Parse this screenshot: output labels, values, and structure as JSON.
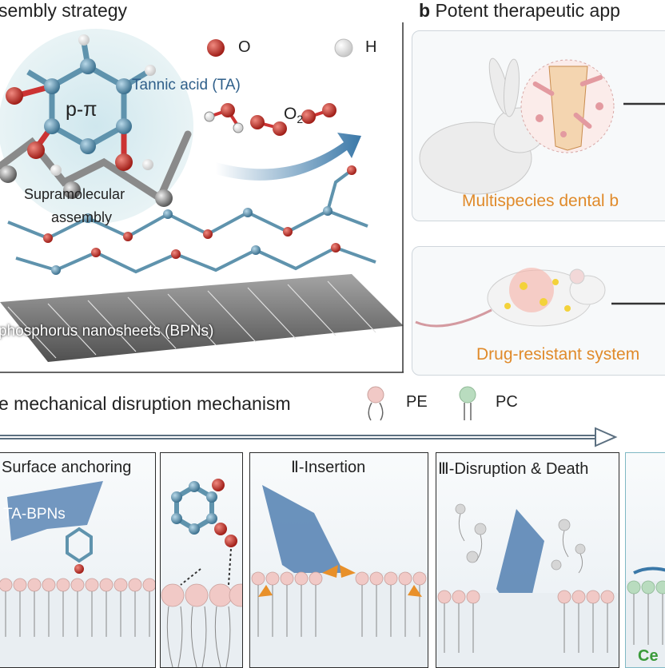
{
  "panel_a": {
    "title_tail": "sembly strategy",
    "legend": {
      "oxygen": "O",
      "hydrogen": "H"
    },
    "pi_label": "p-π",
    "ta_label": "Tannic acid (TA)",
    "o2_label": "O",
    "o2_sub": "2",
    "supramolecular_line1": "Supramolecular",
    "supramolecular_line2": "assembly",
    "bpn_label": "phosphorus nanosheets (BPNs)"
  },
  "panel_b": {
    "letter": "b",
    "title": "Potent therapeutic app",
    "caption_top": "Multispecies dental b",
    "caption_bottom": "Drug-resistant system"
  },
  "panel_c": {
    "title_tail": "e mechanical disruption mechanism",
    "legend_pe": "PE",
    "legend_pc": "PC",
    "stage1_label": "Surface anchoring",
    "stage1_particle": "TA-BPNs",
    "stage3_label": "Ⅱ-Insertion",
    "stage4_label": "Ⅲ-Disruption & Death",
    "stage5_label": "Ce"
  },
  "colors": {
    "orange_caption": "#e08a2a",
    "ta_blue": "#2f5f8a",
    "sheet_blue": "#5b86b5",
    "oxygen_red": "#c0392b",
    "carbon_teal": "#5f93ad",
    "lipid_pink": "#f1c9c6",
    "lipid_green": "#b9dcbf",
    "stage5_green": "#3a9a3a"
  }
}
